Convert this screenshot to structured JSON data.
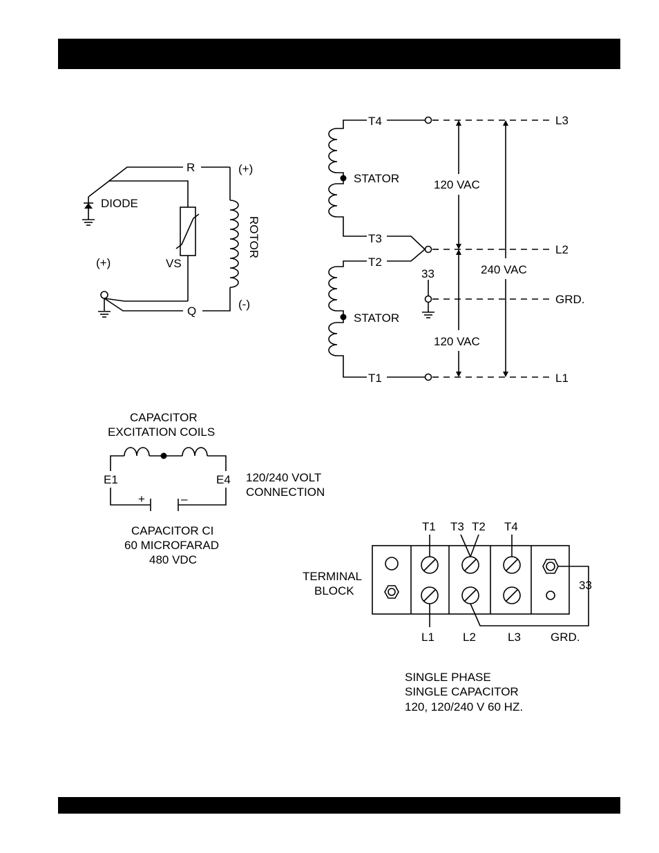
{
  "rotor": {
    "r": "R",
    "q": "Q",
    "plus_top": "(+)",
    "minus": "(-)",
    "rotor": "ROTOR",
    "diode": "DIODE",
    "plus_left": "(+)",
    "vs": "VS"
  },
  "stator": {
    "t4": "T4",
    "t3": "T3",
    "t2": "T2",
    "t1": "T1",
    "stator_top": "STATOR",
    "stator_bottom": "STATOR",
    "l3": "L3",
    "l2": "L2",
    "grd": "GRD.",
    "l1": "L1",
    "vac_top": "120 VAC",
    "vac_bottom": "120 VAC",
    "vac_total": "240 VAC",
    "wire33": "33"
  },
  "excitation": {
    "title_line1": "CAPACITOR",
    "title_line2": "EXCITATION COILS",
    "e1": "E1",
    "e4": "E4",
    "plus": "+",
    "minus": "–",
    "conn_line1": "120/240 VOLT",
    "conn_line2": "CONNECTION",
    "cap_line1": "CAPACITOR CI",
    "cap_line2": "60 MICROFARAD",
    "cap_line3": "480 VDC"
  },
  "terminal": {
    "label_line1": "TERMINAL",
    "label_line2": "BLOCK",
    "t1": "T1",
    "t3": "T3",
    "t2": "T2",
    "t4": "T4",
    "l1": "L1",
    "l2": "L2",
    "l3": "L3",
    "grd": "GRD.",
    "wire33": "33"
  },
  "caption": {
    "line1": "SINGLE PHASE",
    "line2": "SINGLE CAPACITOR",
    "line3": "120, 120/240 V 60 HZ."
  }
}
